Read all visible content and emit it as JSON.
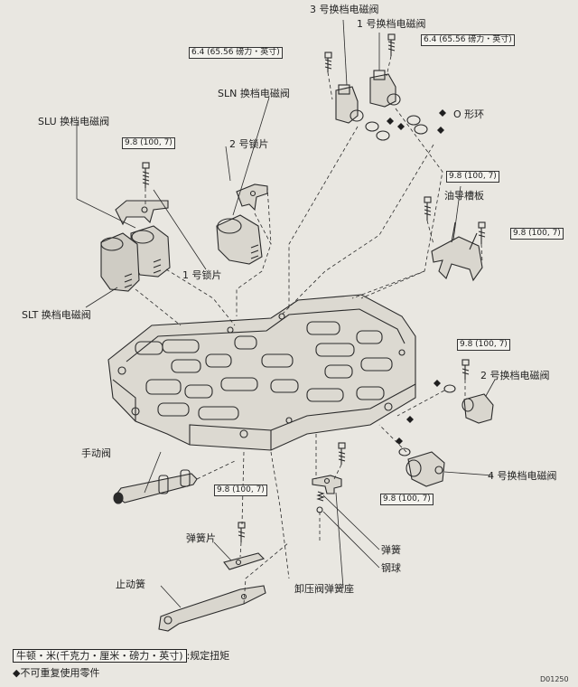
{
  "labels": {
    "sol_no3": "3 号换档电磁阀",
    "sol_no1": "1 号换档电磁阀",
    "torque_64_left": "6.4 (65.56 磅力・英寸)",
    "torque_64_right": "6.4 (65.56 磅力・英寸)",
    "o_ring": "O 形环",
    "sln": "SLN 换档电磁阀",
    "slu": "SLU 换档电磁阀",
    "lock_no2": "2 号锁片",
    "torque_98_slu": "9.8 (100, 7)",
    "torque_98_oil": "9.8 (100, 7)",
    "oil_plate": "油导槽板",
    "torque_98_right": "9.8 (100, 7)",
    "lock_no1": "1 号锁片",
    "slt": "SLT 换档电磁阀",
    "torque_98_no2": "9.8 (100, 7)",
    "sol_no2": "2 号换档电磁阀",
    "manual_valve": "手动阀",
    "torque_98_spring_plate": "9.8 (100, 7)",
    "torque_98_center": "9.8 (100, 7)",
    "sol_no4": "4 号换档电磁阀",
    "spring_plate": "弹簧片",
    "spring": "弹簧",
    "steel_ball": "钢球",
    "detent_spring": "止动簧",
    "relief_seat": "卸压阀弹簧座",
    "code": "D01250"
  },
  "legend": {
    "unit": "牛顿・米(千克力・厘米・磅力・英寸)",
    "unit_suffix": ":规定扭矩",
    "nonreusable": "◆不可重复使用零件"
  }
}
